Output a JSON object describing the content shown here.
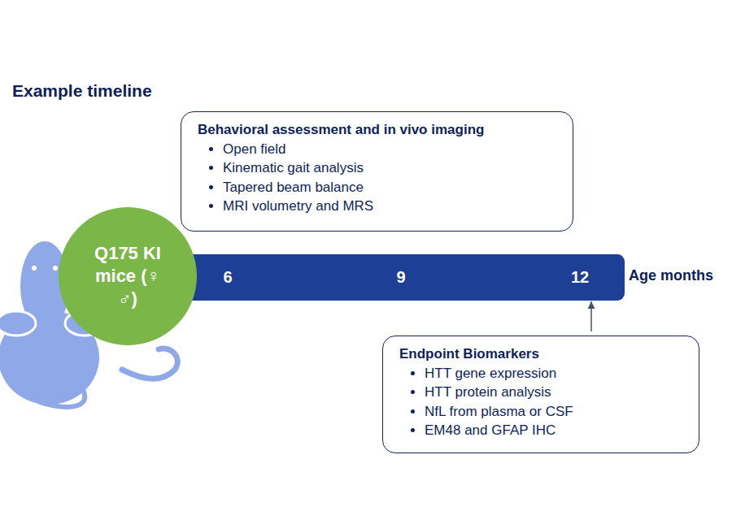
{
  "diagram": {
    "title": "Example timeline",
    "nodes": [
      {
        "text": [
          "Behavioral assessment and in vivo imaging",
          "Open field",
          "Kinematic gait analysis",
          "Tapered beam balance",
          "MRI volumetry and MRS"
        ]
      },
      {
        "text": [
          "Q175 KI mice (♀ ♂)"
        ]
      },
      {
        "text": [
          "6",
          "9",
          "12"
        ]
      },
      {
        "text": [
          "Endpoint Biomarkers",
          "HTT gene expression",
          "HTT protein analysis",
          "NfL from plasma or CSF",
          "EM48 and GFAP IHC"
        ]
      }
    ],
    "edges": [
      {
        "from": 3,
        "to": 2,
        "arrow": "to"
      }
    ],
    "labels": [
      "Age months"
    ]
  }
}
